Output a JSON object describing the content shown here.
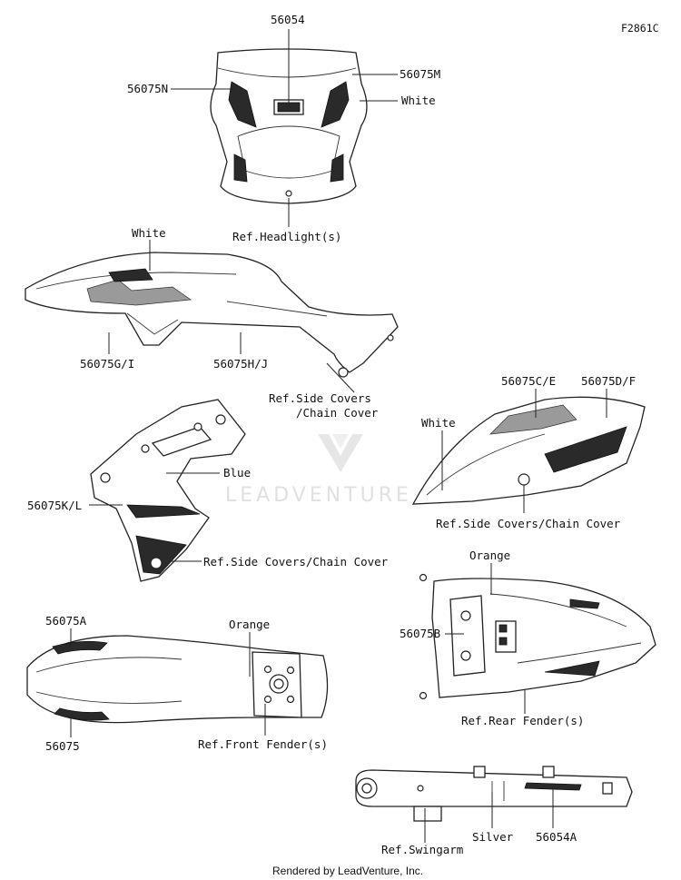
{
  "figure_code": "F2861C",
  "watermark": "LEADVENTURE",
  "footer": "Rendered by LeadVenture, Inc.",
  "headlight_group": {
    "part_top": "56054",
    "part_left": "56075N",
    "part_right": "56075M",
    "color_right": "White",
    "ref": "Ref.Headlight(s)"
  },
  "tank_shroud_group": {
    "color_top": "White",
    "part_left": "56075G/I",
    "part_mid": "56075H/J",
    "ref_line1": "Ref.Side Covers",
    "ref_line2": "/Chain Cover"
  },
  "side_cover_right_group": {
    "part_a": "56075C/E",
    "part_b": "56075D/F",
    "color": "White",
    "ref": "Ref.Side Covers/Chain Cover"
  },
  "side_cover_left_group": {
    "part": "56075K/L",
    "color": "Blue",
    "ref": "Ref.Side Covers/Chain Cover"
  },
  "front_fender_group": {
    "part_top": "56075A",
    "part_bottom": "56075",
    "color": "Orange",
    "ref": "Ref.Front Fender(s)"
  },
  "rear_fender_group": {
    "color": "Orange",
    "part": "56075B",
    "ref": "Ref.Rear Fender(s)"
  },
  "swingarm_group": {
    "ref": "Ref.Swingarm",
    "color": "Silver",
    "part": "56054A"
  }
}
